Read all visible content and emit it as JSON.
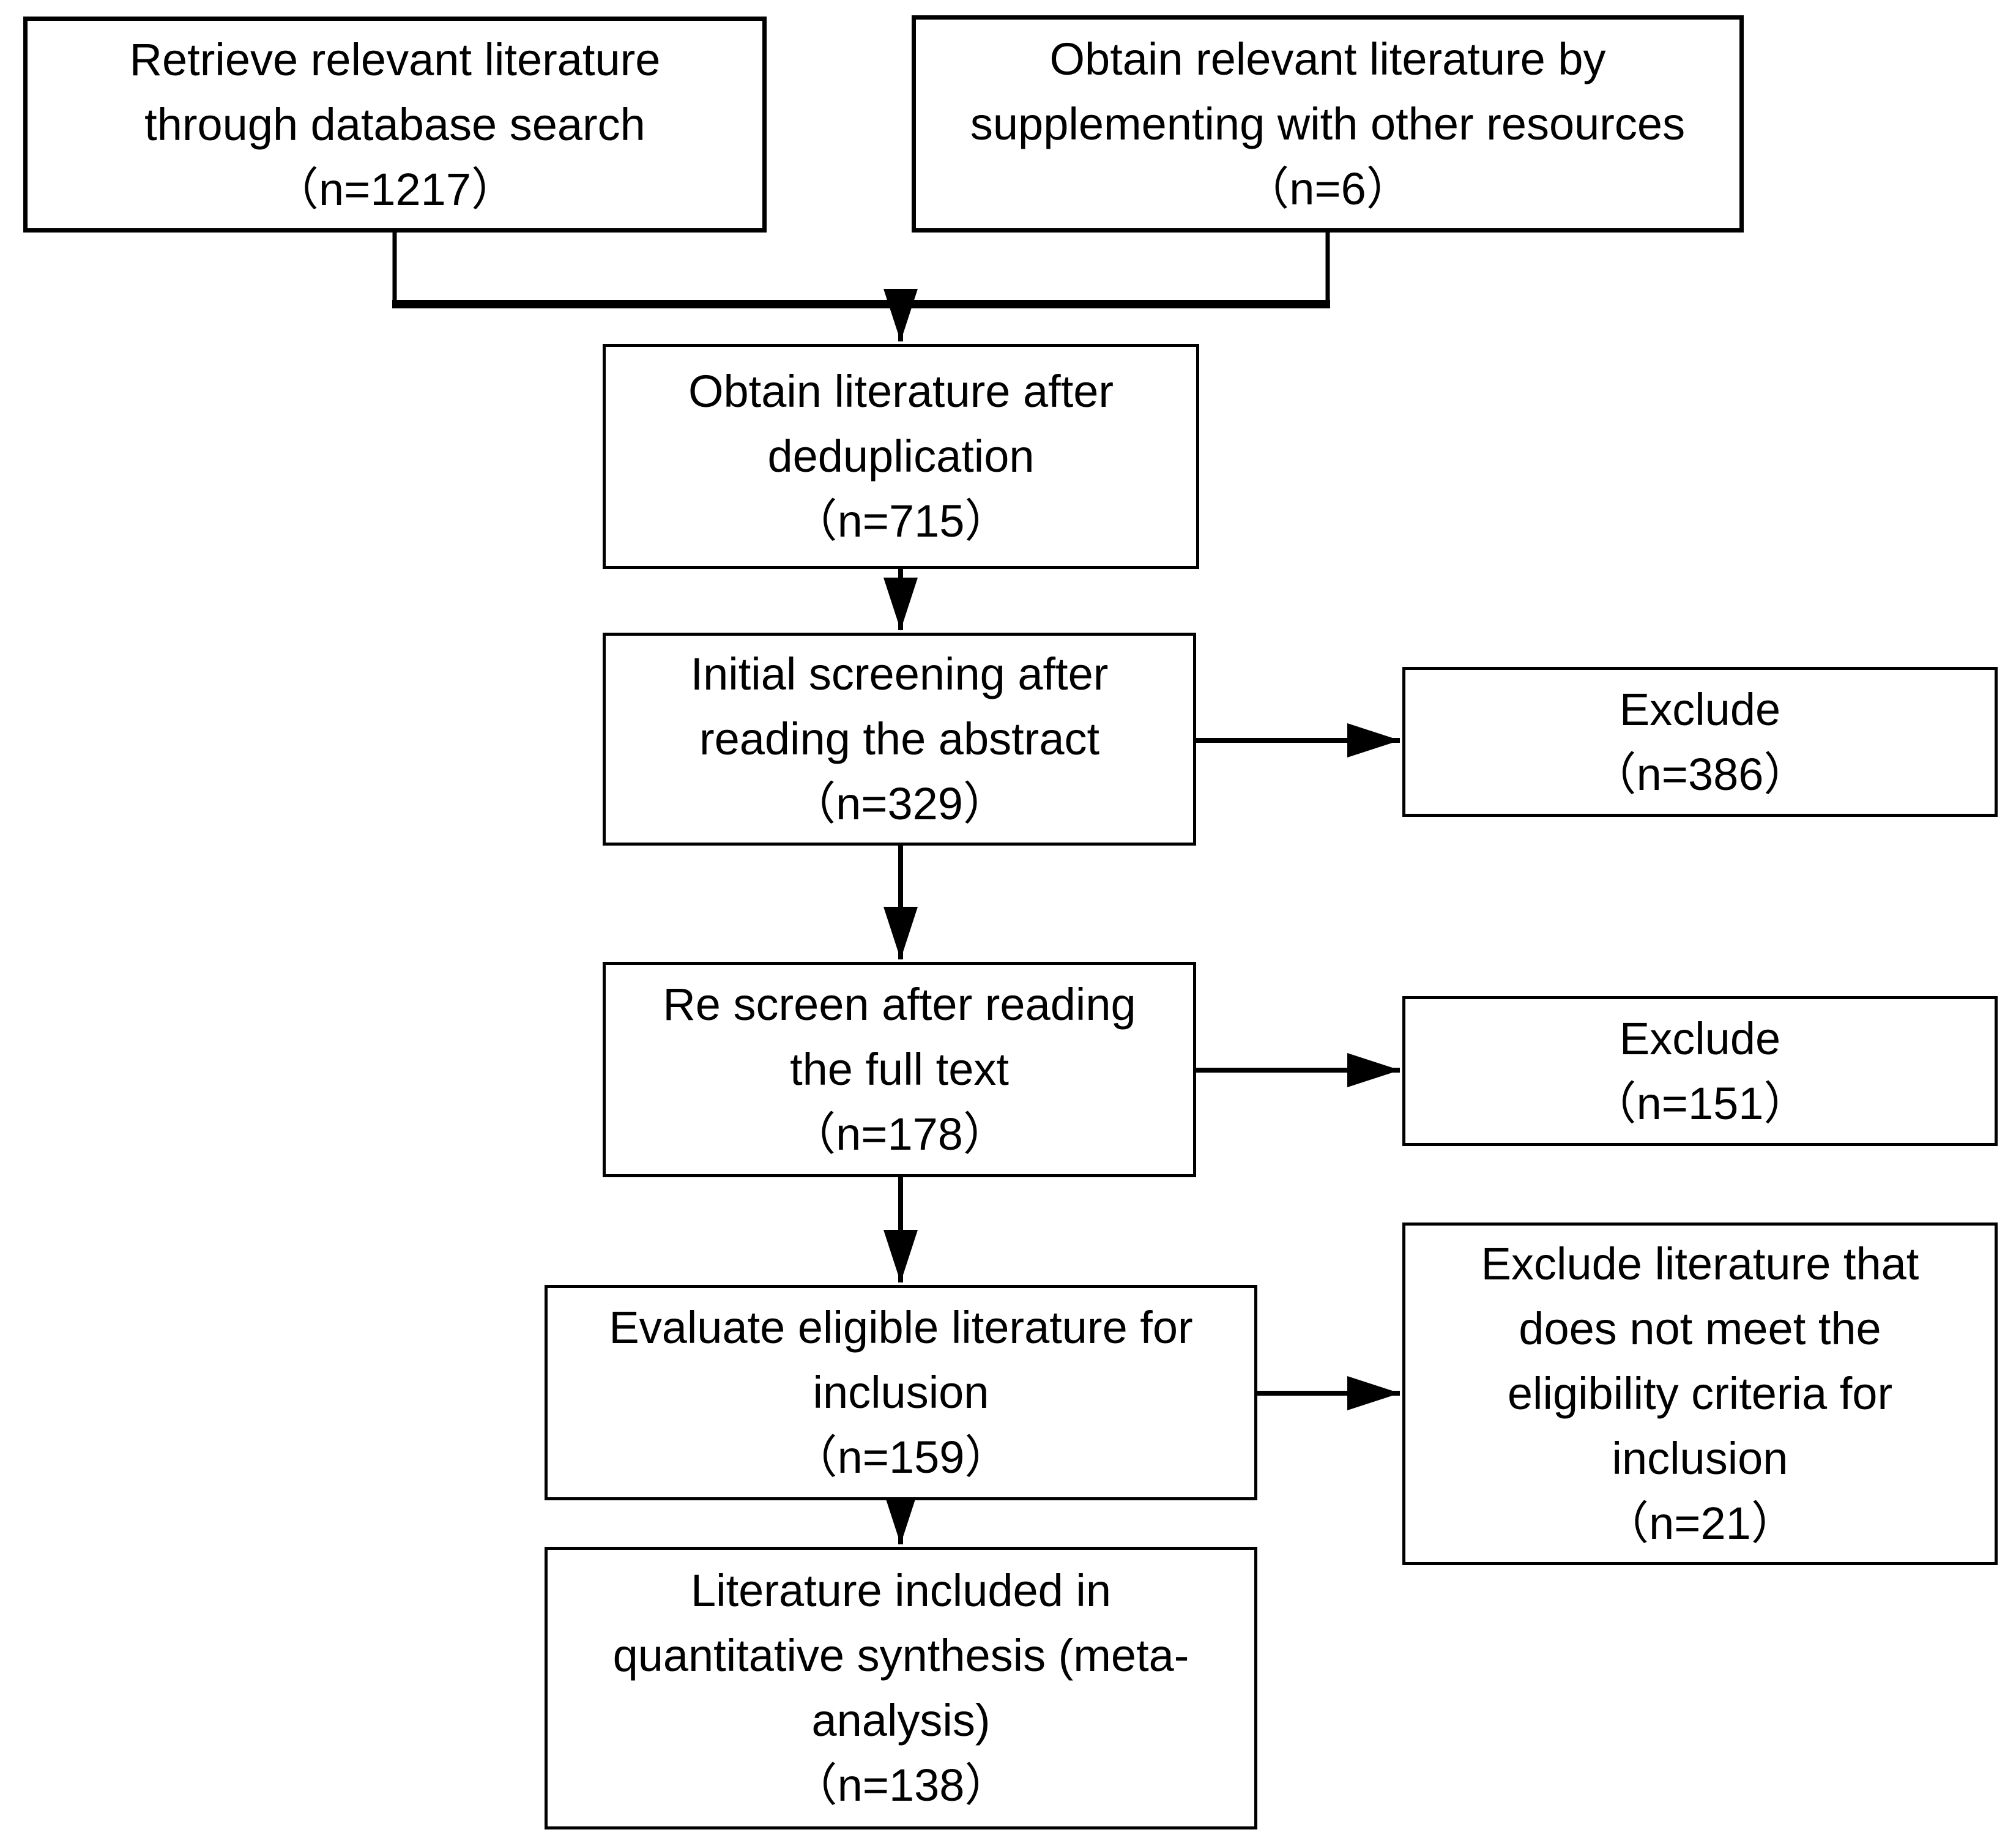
{
  "figure": {
    "background_color": "#ffffff",
    "line_color": "#000000",
    "type": "prisma-flow-diagram"
  },
  "boxes": {
    "database_search": {
      "lines": [
        "Retrieve relevant literature",
        "through database search",
        "（n=1217）"
      ]
    },
    "other_resources": {
      "lines": [
        "Obtain relevant literature by",
        "supplementing with other resources",
        "（n=6）"
      ]
    },
    "deduplication": {
      "lines": [
        "Obtain literature after",
        "deduplication",
        "（n=715）"
      ]
    },
    "initial_screening": {
      "lines": [
        "Initial screening after",
        "reading the abstract",
        "（n=329）"
      ]
    },
    "exclude_abstract": {
      "lines": [
        "Exclude",
        "（n=386）"
      ]
    },
    "rescreen_fulltext": {
      "lines": [
        "Re screen after reading",
        "the full text",
        "（n=178）"
      ]
    },
    "exclude_fulltext": {
      "lines": [
        "Exclude",
        "（n=151）"
      ]
    },
    "evaluate_eligible": {
      "lines": [
        "Evaluate eligible literature for",
        "inclusion",
        "（n=159）"
      ]
    },
    "exclude_eligibility": {
      "lines": [
        "Exclude literature that",
        "does not meet the",
        "eligibility criteria for",
        "inclusion",
        "（n=21）"
      ]
    },
    "included_meta": {
      "lines": [
        "Literature included in",
        "quantitative synthesis (meta-",
        "analysis)",
        "（n=138）"
      ]
    }
  }
}
